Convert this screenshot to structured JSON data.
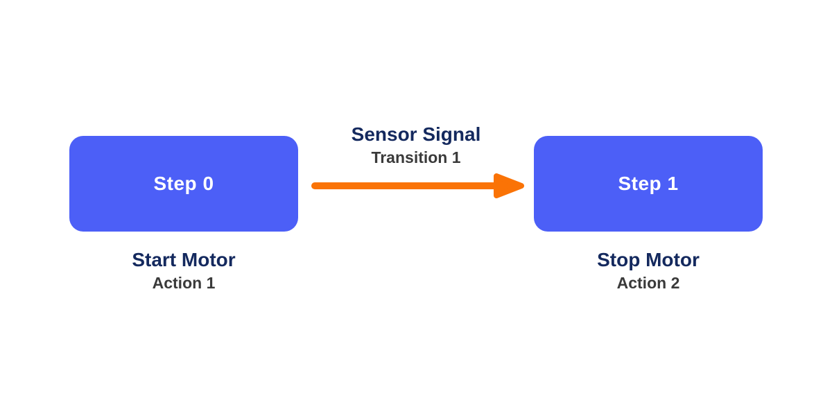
{
  "diagram": {
    "type": "sequential-function-chart",
    "steps": [
      {
        "label": "Step 0",
        "action_title": "Start Motor",
        "action_subtitle": "Action 1"
      },
      {
        "label": "Step 1",
        "action_title": "Stop Motor",
        "action_subtitle": "Action 2"
      }
    ],
    "transition": {
      "title": "Sensor Signal",
      "subtitle": "Transition 1"
    }
  },
  "colors": {
    "step_fill": "#4C5FF7",
    "step_text": "#FFFFFF",
    "arrow": "#FA7306",
    "title_navy": "#14295E",
    "subtitle_gray": "#3A3A3A",
    "background": "#FFFFFF"
  }
}
